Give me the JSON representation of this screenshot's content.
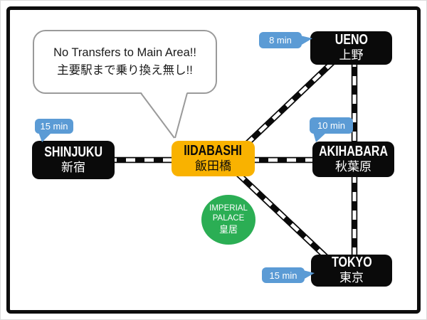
{
  "slide": {
    "bubble": {
      "line1": "No Transfers to Main Area!!",
      "line2": "主要駅まで乗り換え無し!!"
    },
    "stations": [
      {
        "id": "iidabashi",
        "en": "IIDABASHI",
        "jp": "飯田橋",
        "highlight": true
      },
      {
        "id": "shinjuku",
        "en": "SHINJUKU",
        "jp": "新宿",
        "highlight": false
      },
      {
        "id": "ueno",
        "en": "UENO",
        "jp": "上野",
        "highlight": false
      },
      {
        "id": "akihabara",
        "en": "AKIHABARA",
        "jp": "秋葉原",
        "highlight": false
      },
      {
        "id": "tokyo",
        "en": "TOKYO",
        "jp": "東京",
        "highlight": false
      }
    ],
    "travel_times": [
      {
        "label": "15 min",
        "to": "shinjuku"
      },
      {
        "label": "8 min",
        "to": "ueno"
      },
      {
        "label": "10 min",
        "to": "akihabara"
      },
      {
        "label": "15 min",
        "to": "tokyo"
      }
    ],
    "landmark": {
      "line1": "IMPERIAL",
      "line2": "PALACE",
      "line3": "皇居"
    },
    "edges": [
      {
        "from": "iidabashi",
        "to": "shinjuku"
      },
      {
        "from": "iidabashi",
        "to": "ueno"
      },
      {
        "from": "iidabashi",
        "to": "akihabara"
      },
      {
        "from": "iidabashi",
        "to": "tokyo"
      },
      {
        "from": "ueno",
        "to": "akihabara"
      },
      {
        "from": "akihabara",
        "to": "tokyo"
      }
    ]
  },
  "colors": {
    "rail": "#0a0a0a",
    "frame_border": "#0d0d0d",
    "station_bg": "#0a0a0a",
    "station_fg": "#ffffff",
    "highlight_bg": "#f9b200",
    "highlight_fg": "#0a0a0a",
    "badge_bg": "#5b9bd5",
    "badge_fg": "#ffffff",
    "landmark_bg": "#2bae54",
    "landmark_fg": "#ffffff",
    "bubble_border": "#9a9a9a"
  }
}
